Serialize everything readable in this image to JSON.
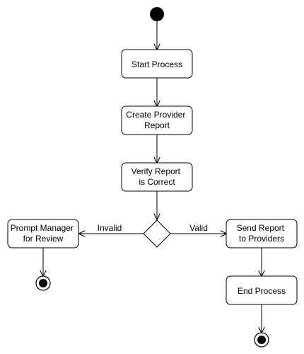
{
  "diagram": {
    "nodes": {
      "start_process": {
        "lines": [
          "Start Process"
        ]
      },
      "create_report": {
        "lines": [
          "Create Provider",
          "Report"
        ]
      },
      "verify_report": {
        "lines": [
          "Verify Report",
          "is Correct"
        ]
      },
      "prompt_manager": {
        "lines": [
          "Prompt Manager",
          "for Review"
        ]
      },
      "send_report": {
        "lines": [
          "Send Report",
          "to Providers"
        ]
      },
      "end_process": {
        "lines": [
          "End Process"
        ]
      }
    },
    "edges": {
      "invalid": "Invalid",
      "valid": "Valid"
    }
  },
  "colors": {
    "stroke": "#000000",
    "fill": "#ffffff"
  }
}
